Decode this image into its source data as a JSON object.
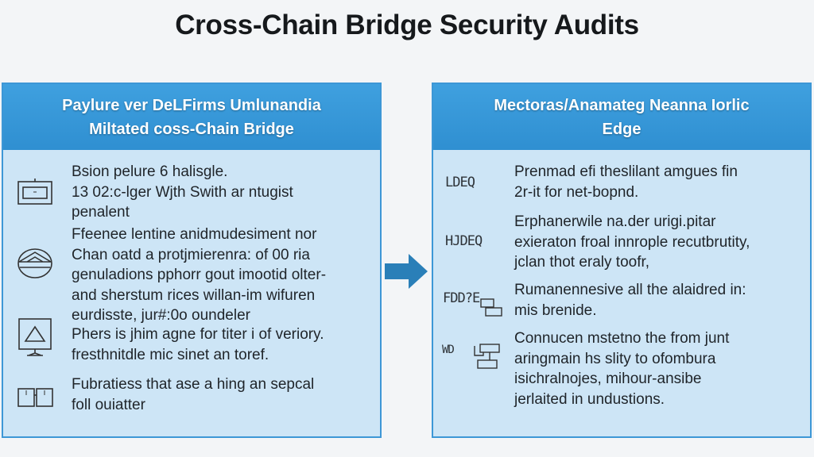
{
  "title": "Cross-Chain Bridge Security Audits",
  "left_panel": {
    "heading_lines": [
      "Paylure ver DeLFirms Umlunandia",
      "Miltated coss-Chain Bridge"
    ],
    "items": [
      {
        "icon": "monitor-icon",
        "lines": [
          "Bsion pelure 6 halisgle.",
          "13 02:c-lger Wjth Swith ar ntugist",
          "penalent"
        ]
      },
      {
        "icon": "envelope-icon",
        "lines": [
          "Ffeenee lentine anidmudesiment nor",
          "Chan oatd a protjmierenra: of 00 ria",
          "genuladions pphorr gout imootid olter-",
          "and sherstum rices willan-im wifuren",
          "eurdisste, jur#:0o oundeler"
        ]
      },
      {
        "icon": "warning-monitor-icon",
        "lines": [
          "Phers is jhim agne for titer i of veriory.",
          "fresthnitdle mic sinet an toref."
        ]
      },
      {
        "icon": "boxes-icon",
        "lines": [
          "Fubratiess that ase a hing an sepcal",
          "foll ouiatter"
        ]
      }
    ]
  },
  "right_panel": {
    "heading_lines": [
      "Mectoras/Anamateg Neanna Iorlic",
      "Edge"
    ],
    "items": [
      {
        "icon_label": "LDEQ",
        "lines": [
          "Prenmad efi theslilant amgues fin",
          "2r-it for net-bopnd."
        ]
      },
      {
        "icon_label": "HJDEQ",
        "lines": [
          "Erphanerwile na.der urigi.pitar",
          "exieraton froal innrople recutbrutity,",
          "jclan thot eraly toofr,"
        ]
      },
      {
        "icon_label": "FDD?E",
        "lines": [
          "Rumanennesive all the alaidred in:",
          "mis brenide."
        ]
      },
      {
        "icon_label": "WD",
        "lines": [
          "Connucen mstetno the from junt",
          "aringmain hs slity to ofombura",
          "isichralnojes, mihour-ansibe",
          "jerlaited in undustions."
        ]
      }
    ]
  },
  "colors": {
    "header": "#3396d6",
    "panel_body": "#cde5f6",
    "arrow": "#2a7fb8"
  }
}
